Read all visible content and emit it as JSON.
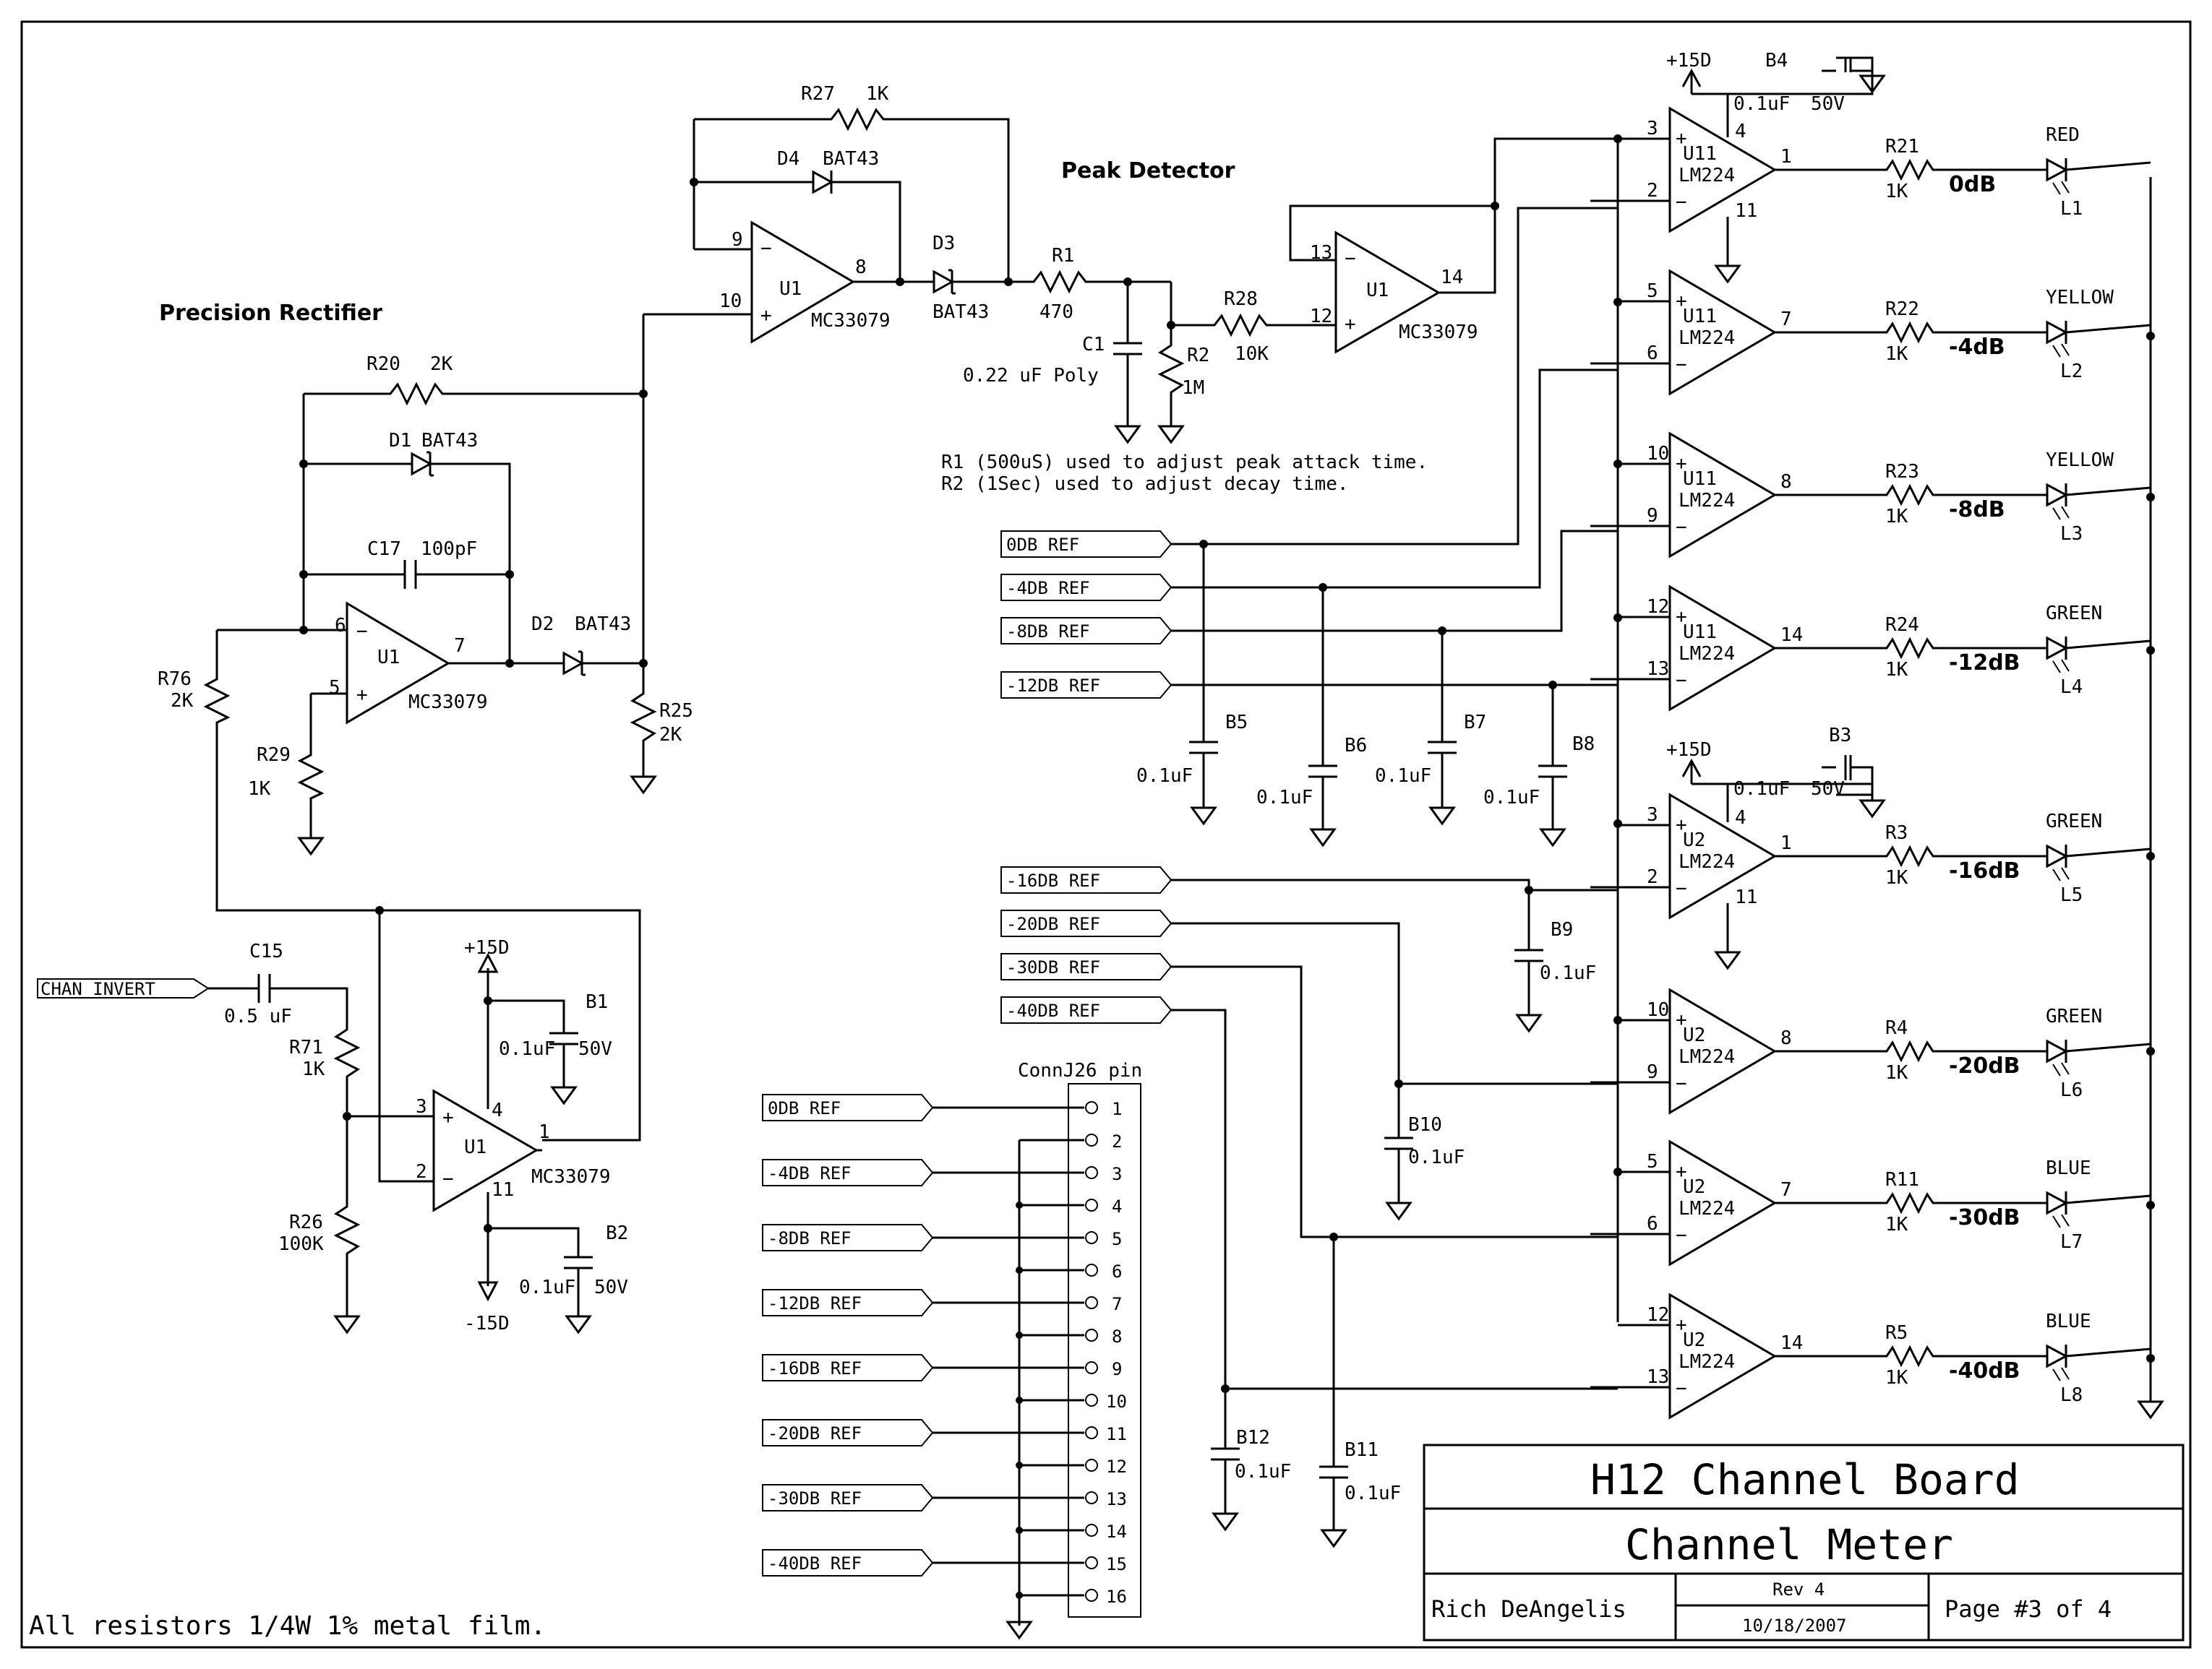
{
  "title_block": {
    "project": "H12 Channel Board",
    "sheet_title": "Channel Meter",
    "author": "Rich DeAngelis",
    "rev": "Rev 4",
    "date": "10/18/2007",
    "page": "Page #3 of 4"
  },
  "footer_note": "All resistors 1/4W 1% metal film.",
  "section_titles": {
    "rectifier": "Precision Rectifier",
    "peak": "Peak Detector"
  },
  "notes": [
    "R1 (500uS) used to adjust peak attack time.",
    "R2 (1Sec) used to adjust decay time."
  ],
  "connector": {
    "name": "ConnJ26 pin",
    "pins": [
      "1",
      "2",
      "3",
      "4",
      "5",
      "6",
      "7",
      "8",
      "9",
      "10",
      "11",
      "12",
      "13",
      "14",
      "15",
      "16"
    ],
    "port_labels": [
      "0DB REF",
      "-4DB REF",
      "-8DB REF",
      "-12DB REF",
      "-16DB REF",
      "-20DB REF",
      "-30DB REF",
      "-40DB REF"
    ]
  },
  "ref_ports": [
    "0DB REF",
    "-4DB REF",
    "-8DB REF",
    "-12DB REF",
    "-16DB REF",
    "-20DB REF",
    "-30DB REF",
    "-40DB REF"
  ],
  "input_port": "CHAN INVERT",
  "rails": {
    "pos": "+15D",
    "neg": "-15D"
  },
  "components": {
    "r76": [
      "R76",
      "2K"
    ],
    "r29": [
      "R29",
      "1K"
    ],
    "r20": [
      "R20",
      "2K"
    ],
    "r25": [
      "R25",
      "2K"
    ],
    "r27": [
      "R27",
      "1K"
    ],
    "r1": [
      "R1",
      "470"
    ],
    "r2": [
      "R2",
      "1M"
    ],
    "r28": [
      "R28",
      "10K"
    ],
    "r71": [
      "R71",
      "1K"
    ],
    "r26": [
      "R26",
      "100K"
    ],
    "d1": [
      "D1",
      "BAT43"
    ],
    "d2": [
      "D2",
      "BAT43"
    ],
    "d3": [
      "D3",
      "BAT43"
    ],
    "d4": [
      "D4",
      "BAT43"
    ],
    "c17": [
      "C17",
      "100pF"
    ],
    "c15": [
      "C15",
      "0.5 uF"
    ],
    "c1": [
      "C1",
      "0.22 uF Poly"
    ],
    "b1": [
      "B1",
      "0.1uF",
      "50V"
    ],
    "b2": [
      "B2",
      "0.1uF",
      "50V"
    ],
    "b3": [
      "B3",
      "0.1uF",
      "50V"
    ],
    "b4": [
      "B4",
      "0.1uF",
      "50V"
    ],
    "b5": [
      "B5",
      "0.1uF"
    ],
    "b6": [
      "B6",
      "0.1uF"
    ],
    "b7": [
      "B7",
      "0.1uF"
    ],
    "b8": [
      "B8",
      "0.1uF"
    ],
    "b9": [
      "B9",
      "0.1uF"
    ],
    "b10": [
      "B10",
      "0.1uF"
    ],
    "b11": [
      "B11",
      "0.1uF"
    ],
    "b12": [
      "B12",
      "0.1uF"
    ],
    "u1a": {
      "ref": "U1",
      "part": "MC33079",
      "pins": [
        "6",
        "5",
        "7"
      ]
    },
    "u1b": {
      "ref": "U1",
      "part": "MC33079",
      "pins": [
        "9",
        "10",
        "8"
      ]
    },
    "u1c": {
      "ref": "U1",
      "part": "MC33079",
      "pins": [
        "13",
        "12",
        "14"
      ]
    },
    "u1d": {
      "ref": "U1",
      "part": "MC33079",
      "pins": [
        "3",
        "2",
        "1",
        "4",
        "11"
      ]
    }
  },
  "meter_stages": [
    {
      "u": "U11",
      "part": "LM224",
      "pin_plus": "3",
      "pin_minus": "2",
      "pin_out": "1",
      "r": "R21",
      "rv": "1K",
      "db": "0dB",
      "color": "RED",
      "led": "L1"
    },
    {
      "u": "U11",
      "part": "LM224",
      "pin_plus": "5",
      "pin_minus": "6",
      "pin_out": "7",
      "r": "R22",
      "rv": "1K",
      "db": "-4dB",
      "color": "YELLOW",
      "led": "L2"
    },
    {
      "u": "U11",
      "part": "LM224",
      "pin_plus": "10",
      "pin_minus": "9",
      "pin_out": "8",
      "r": "R23",
      "rv": "1K",
      "db": "-8dB",
      "color": "YELLOW",
      "led": "L3"
    },
    {
      "u": "U11",
      "part": "LM224",
      "pin_plus": "12",
      "pin_minus": "13",
      "pin_out": "14",
      "r": "R24",
      "rv": "1K",
      "db": "-12dB",
      "color": "GREEN",
      "led": "L4"
    },
    {
      "u": "U2",
      "part": "LM224",
      "pin_plus": "3",
      "pin_minus": "2",
      "pin_out": "1",
      "r": "R3",
      "rv": "1K",
      "db": "-16dB",
      "color": "GREEN",
      "led": "L5"
    },
    {
      "u": "U2",
      "part": "LM224",
      "pin_plus": "10",
      "pin_minus": "9",
      "pin_out": "8",
      "r": "R4",
      "rv": "1K",
      "db": "-20dB",
      "color": "GREEN",
      "led": "L6"
    },
    {
      "u": "U2",
      "part": "LM224",
      "pin_plus": "5",
      "pin_minus": "6",
      "pin_out": "7",
      "r": "R11",
      "rv": "1K",
      "db": "-30dB",
      "color": "BLUE",
      "led": "L7"
    },
    {
      "u": "U2",
      "part": "LM224",
      "pin_plus": "12",
      "pin_minus": "13",
      "pin_out": "14",
      "r": "R5",
      "rv": "1K",
      "db": "-40dB",
      "color": "BLUE",
      "led": "L8"
    }
  ],
  "supply_pins": {
    "top": "4",
    "bottom": "11"
  }
}
